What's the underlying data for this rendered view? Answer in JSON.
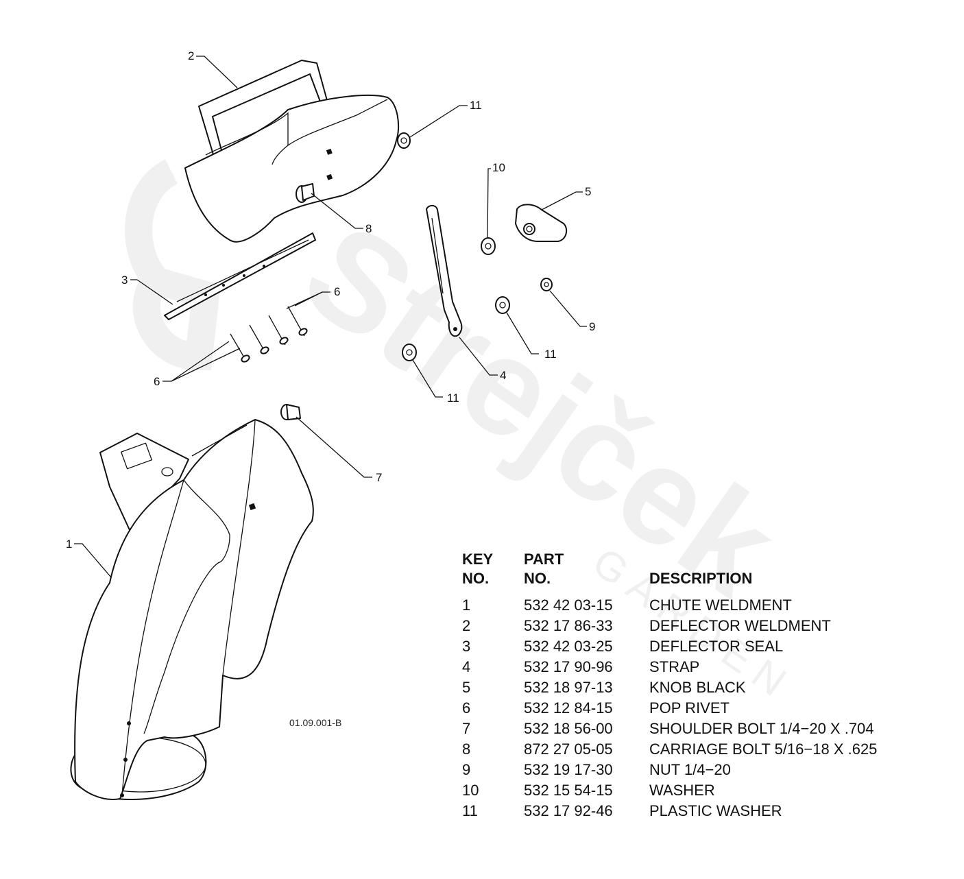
{
  "diagram": {
    "callouts": {
      "c1": "1",
      "c2": "2",
      "c3": "3",
      "c4": "4",
      "c5": "5",
      "c6a": "6",
      "c6b": "6",
      "c7": "7",
      "c8": "8",
      "c9": "9",
      "c10": "10",
      "c11a": "11",
      "c11b": "11",
      "c11c": "11"
    },
    "drawing_code": "01.09.001-B",
    "watermark": "Strejček GARDEN"
  },
  "table": {
    "header": {
      "key_line1": "KEY",
      "key_line2": "NO.",
      "part_line1": "PART",
      "part_line2": "NO.",
      "description": "DESCRIPTION"
    },
    "rows": [
      {
        "key": "1",
        "part": "532 42 03-15",
        "desc": "CHUTE WELDMENT"
      },
      {
        "key": "2",
        "part": "532 17 86-33",
        "desc": "DEFLECTOR WELDMENT"
      },
      {
        "key": "3",
        "part": "532 42 03-25",
        "desc": "DEFLECTOR SEAL"
      },
      {
        "key": "4",
        "part": "532 17 90-96",
        "desc": "STRAP"
      },
      {
        "key": "5",
        "part": "532 18 97-13",
        "desc": "KNOB BLACK"
      },
      {
        "key": "6",
        "part": "532 12 84-15",
        "desc": "POP RIVET"
      },
      {
        "key": "7",
        "part": "532 18 56-00",
        "desc": "SHOULDER BOLT 1/4−20 X .704"
      },
      {
        "key": "8",
        "part": "872 27 05-05",
        "desc": "CARRIAGE BOLT 5/16−18 X .625"
      },
      {
        "key": "9",
        "part": "532 19 17-30",
        "desc": "NUT 1/4−20"
      },
      {
        "key": "10",
        "part": "532 15 54-15",
        "desc": "WASHER"
      },
      {
        "key": "11",
        "part": "532 17 92-46",
        "desc": "PLASTIC WASHER"
      }
    ]
  }
}
